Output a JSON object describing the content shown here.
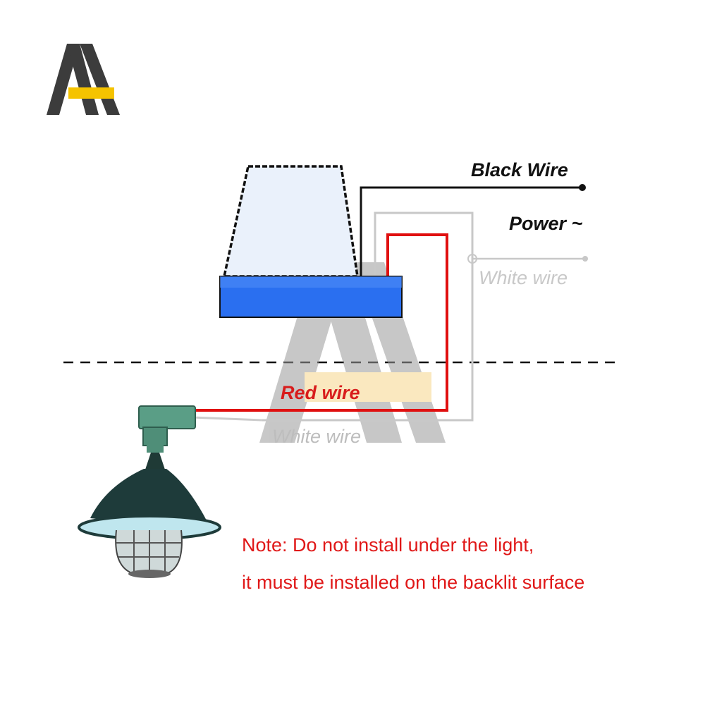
{
  "labels": {
    "black_wire": "Black Wire",
    "power": "Power ~",
    "white_wire_top": "White wire",
    "red_wire": "Red wire",
    "white_wire_bottom": "White wire"
  },
  "note": {
    "line1": "Note: Do not install under the light,",
    "line2": "it must be installed on the backlit surface"
  },
  "colors": {
    "black_wire": "#111111",
    "red_wire": "#e01010",
    "white_wire": "#c8c8c8",
    "sensor_dome": "#eaf1fb",
    "sensor_base": "#2a6ff0",
    "note_text": "#e01818",
    "logo_dark": "#3a3a3a",
    "logo_accent": "#f5c300"
  }
}
